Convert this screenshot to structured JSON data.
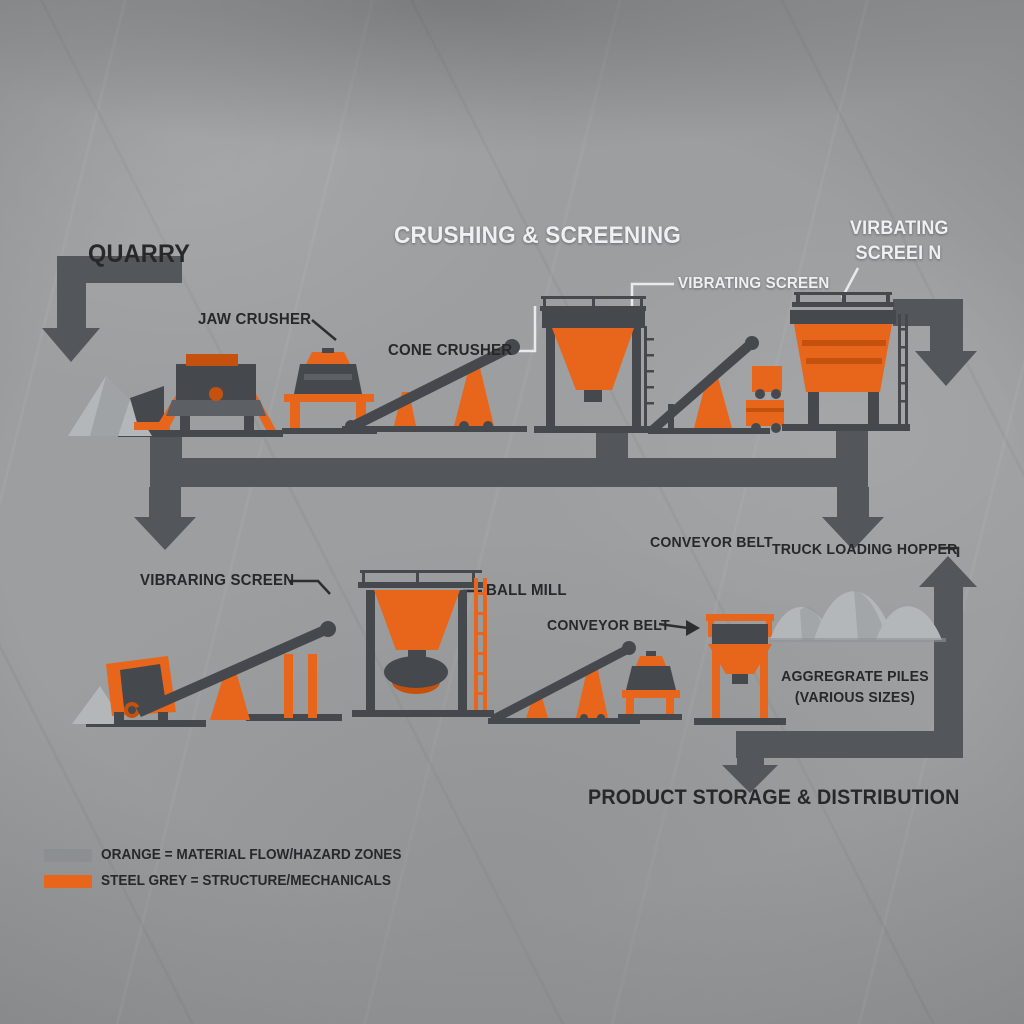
{
  "diagram": {
    "section_titles": {
      "quarry": "QUARRY",
      "crushing_screening": "CRUSHING & SCREENING",
      "product_storage": "PRODUCT STORAGE & DISTRIBUTION"
    },
    "machine_labels": {
      "jaw_crusher": "JAW CRUSHER",
      "cone_crusher": "CONE CRUSHER",
      "vibrating_screen_top": "VIBRATING SCREEN",
      "vibrating_screen_right_line1": "VIRBATING",
      "vibrating_screen_right_line2": "SCREEI N",
      "conveyor_belt_right": "CONVEYOR BELT",
      "truck_loading_hopper": "TRUCK LOADING HOPPER",
      "vibrating_screen_bottom": "VIBRARING SCREEN",
      "ball_mill": "BALL MILL",
      "conveyor_belt_bottom": "CONVEYOR BELT",
      "aggregate_piles_line1": "AGGREGRATE PILES",
      "aggregate_piles_line2": "(VARIOUS SIZES)"
    },
    "legend": {
      "rows": [
        {
          "label": "ORANGE = MATERIAL FLOW/HAZARD ZONES"
        },
        {
          "label": "STEEL GREY = STRUCTURE/MECHANICALS"
        }
      ]
    },
    "colors": {
      "orange": "#e8651c",
      "steel_grey": "#45494d",
      "flow_arrow": "#53575b",
      "background": "#9c9ea0",
      "legend_grey_swatch": "#8b8f92",
      "legend_orange_swatch": "#e8651c",
      "text_dark": "#26282a",
      "text_light": "#eff0f1"
    }
  }
}
